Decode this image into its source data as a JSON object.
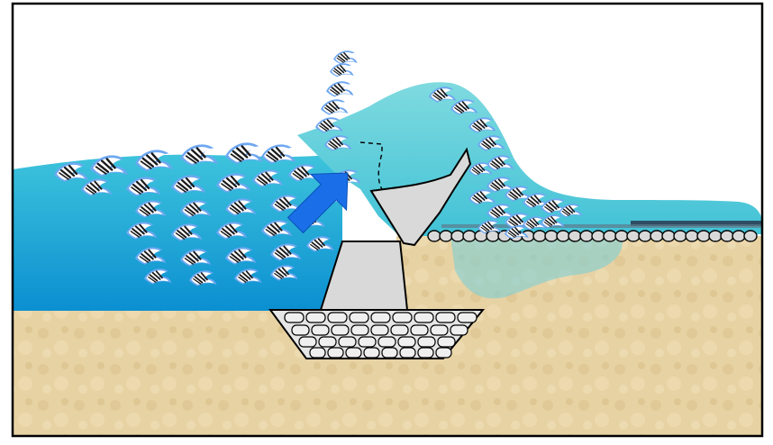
{
  "colors": {
    "frame": "#000000",
    "sky": "#ffffff",
    "sea_top": "#3ec4dc",
    "sea_bottom": "#0b8fd1",
    "surge": "#6dd3dc",
    "sand": "#e6cf9e",
    "sand_dark": "#d8bd86",
    "seawall": "#d9d9d9",
    "rubble": "#e8e8e8",
    "arrow": "#1a6fe8",
    "foam_blue": "#6fa8f0",
    "foam_dark": "#1a1a1a",
    "road": "#6b7f8f"
  },
  "icons": {
    "wave_arrow": "arrow-up-right-icon",
    "breaking_wave": "wave-crest-icon",
    "seawall": "seawall-structure",
    "rubble_mound": "rubble-foundation",
    "armor_stones": "armor-stone-row"
  }
}
